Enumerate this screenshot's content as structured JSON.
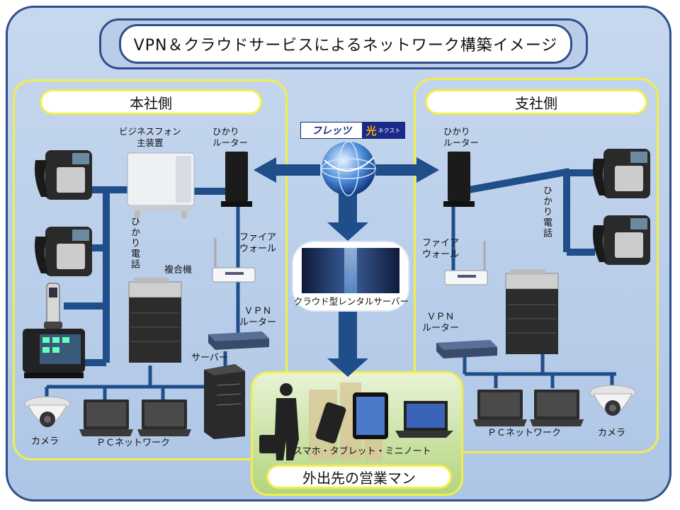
{
  "title": "VPN＆クラウドサービスによるネットワーク構築イメージ",
  "regions": {
    "headquarters": "本社側",
    "branch": "支社側",
    "outside": "外出先の営業マン"
  },
  "labels": {
    "pbx": "ビジネスフォン\n主装置",
    "hq_router": "ひかり\nルーター",
    "hq_firewall": "ファイア\nウォール",
    "hq_vpn": "ＶＰＮ\nルーター",
    "server": "サーバー",
    "mfp": "複合機",
    "hq_hikari_phone": "ひかり電話",
    "hq_camera": "カメラ",
    "hq_pc": "ＰＣネットワーク",
    "br_router": "ひかり\nルーター",
    "br_firewall": "ファイア\nウォール",
    "br_vpn": "ＶＰＮ\nルーター",
    "br_hikari_phone": "ひかり電話",
    "br_pc": "ＰＣネットワーク",
    "br_camera": "カメラ",
    "cloud": "クラウド型レンタルサーバー",
    "mobile": "スマホ・タブレット・ミニノート"
  },
  "logo": {
    "text1": "フレッツ",
    "text2": "光",
    "text3": "ネクスト"
  },
  "colors": {
    "line": "#1f4e8a",
    "frame": "#2f4f8a",
    "region": "#f2ee4a",
    "background": "#b9cde9"
  }
}
